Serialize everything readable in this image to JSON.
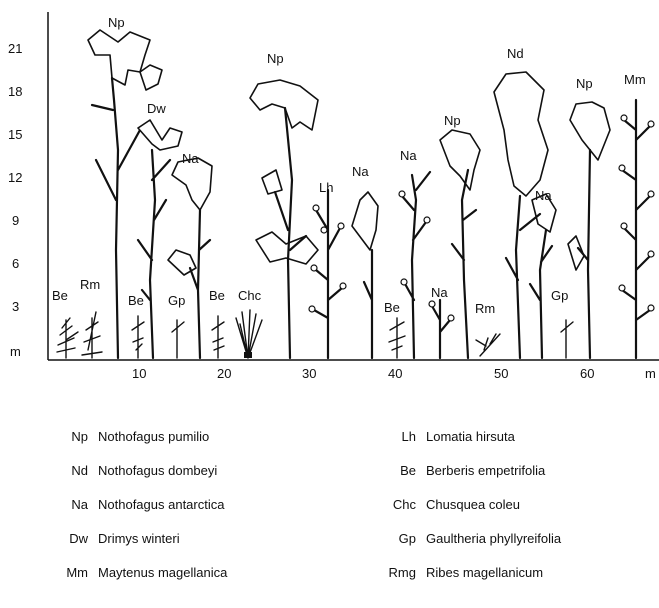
{
  "y_axis": {
    "ticks": [
      "21",
      "18",
      "15",
      "12",
      "9",
      "6",
      "3"
    ],
    "unit": "m"
  },
  "x_axis": {
    "ticks": [
      "10",
      "20",
      "30",
      "40",
      "50",
      "60"
    ],
    "unit": "m"
  },
  "plants": [
    {
      "code": "Be"
    },
    {
      "code": "Rm"
    },
    {
      "code": "Np"
    },
    {
      "code": "Dw"
    },
    {
      "code": "Be"
    },
    {
      "code": "Gp"
    },
    {
      "code": "Na"
    },
    {
      "code": "Be"
    },
    {
      "code": "Chc"
    },
    {
      "code": "Np"
    },
    {
      "code": "Lh"
    },
    {
      "code": "Na"
    },
    {
      "code": "Be"
    },
    {
      "code": "Na"
    },
    {
      "code": "Na"
    },
    {
      "code": "Np"
    },
    {
      "code": "Rm"
    },
    {
      "code": "Nd"
    },
    {
      "code": "Na"
    },
    {
      "code": "Gp"
    },
    {
      "code": "Np"
    },
    {
      "code": "Mm"
    }
  ],
  "legend_left": [
    {
      "code": "Np",
      "name": "Nothofagus pumilio"
    },
    {
      "code": "Nd",
      "name": "Nothofagus dombeyi"
    },
    {
      "code": "Na",
      "name": "Nothofagus antarctica"
    },
    {
      "code": "Dw",
      "name": "Drimys winteri"
    },
    {
      "code": "Mm",
      "name": "Maytenus magellanica"
    }
  ],
  "legend_right": [
    {
      "code": "Lh",
      "name": "Lomatia hirsuta"
    },
    {
      "code": "Be",
      "name": "Berberis empetrifolia"
    },
    {
      "code": "Chc",
      "name": "Chusquea coleu"
    },
    {
      "code": "Gp",
      "name": "Gaultheria phyllyreifolia"
    },
    {
      "code": "Rmg",
      "name": "Ribes magellanicum"
    }
  ]
}
